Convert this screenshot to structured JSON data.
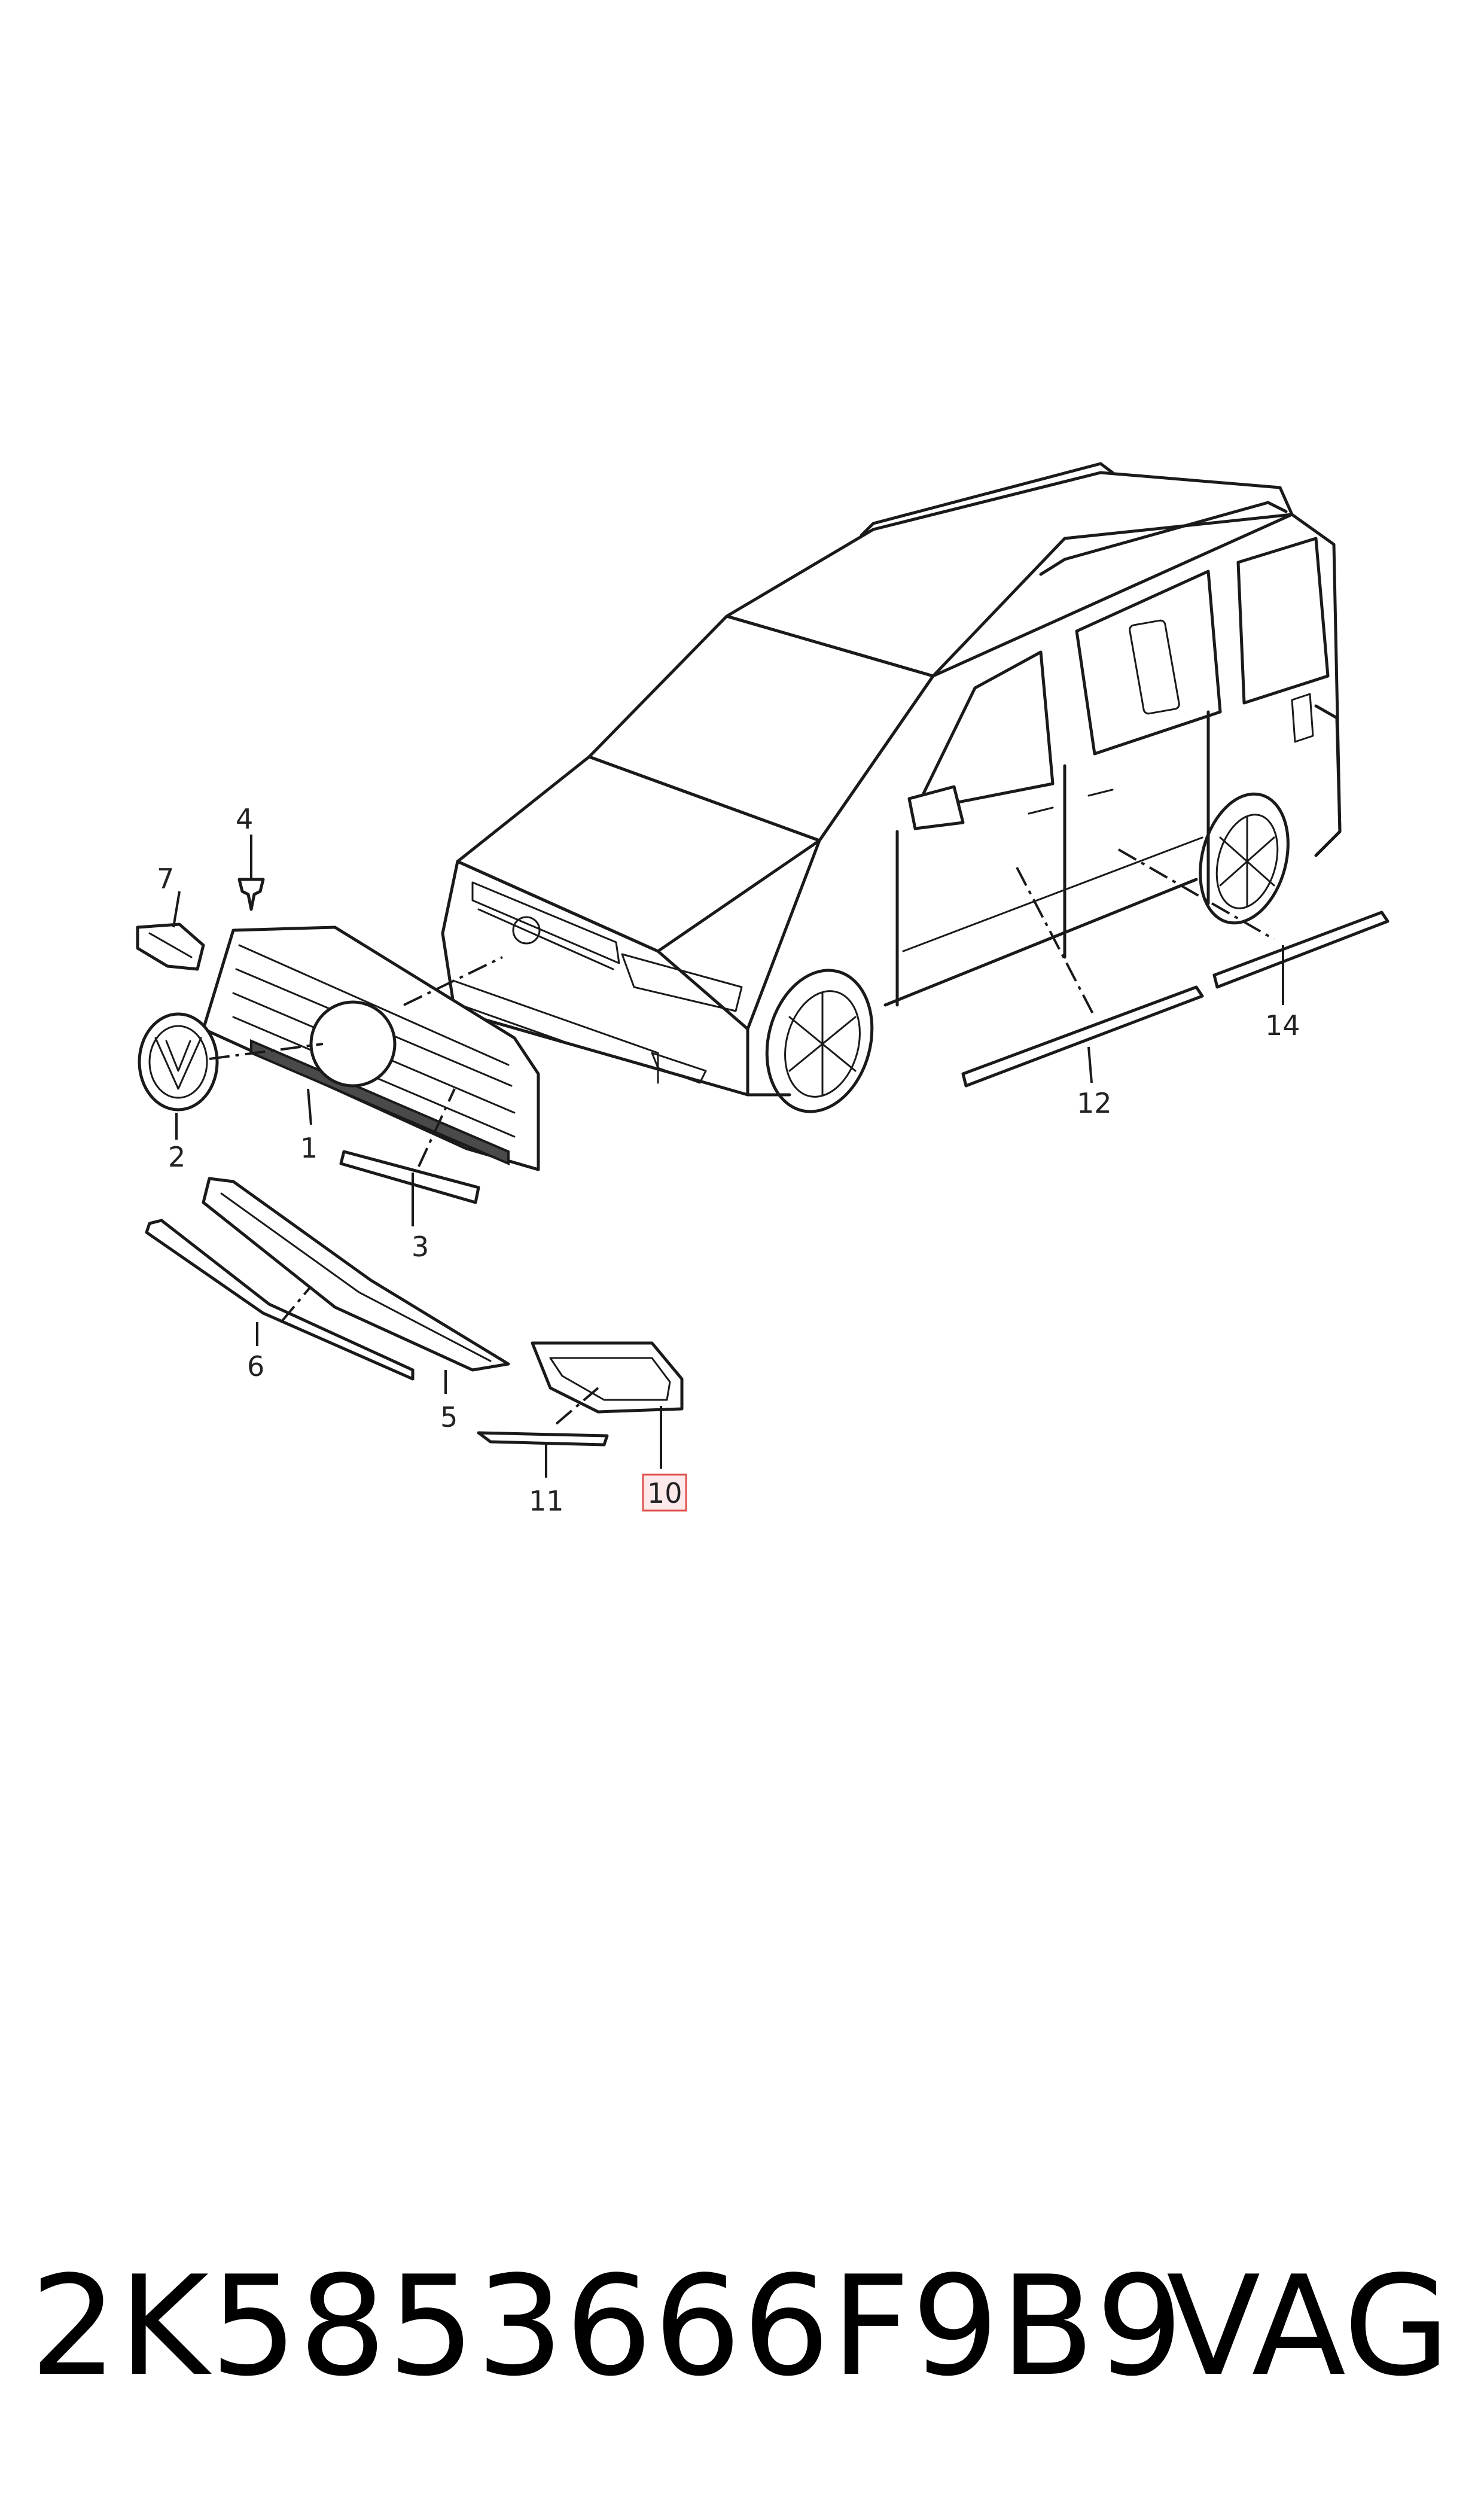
{
  "diagram": {
    "labels": {
      "l1": "1",
      "l2": "2",
      "l3": "3",
      "l4": "4",
      "l5": "5",
      "l6": "6",
      "l7": "7",
      "l10": "10",
      "l11": "11",
      "l12": "12",
      "l14": "14"
    },
    "highlighted_label": "10",
    "highlight_color": "#e0524f"
  },
  "footer": {
    "part_number": "2K5853666F9B9",
    "brand": "VAG"
  }
}
